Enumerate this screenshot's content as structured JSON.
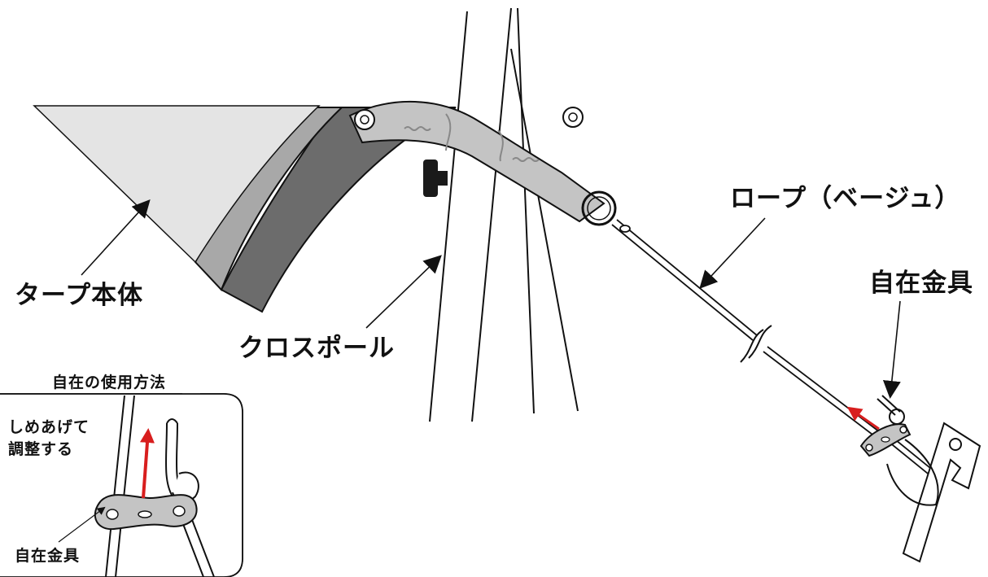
{
  "labels": {
    "tarp_body": "タープ本体",
    "cross_pole": "クロスポール",
    "rope": "ロープ（ベージュ）",
    "adjuster": "自在金具"
  },
  "inset": {
    "title": "自在の使用方法",
    "instruction_line1": "しめあげて",
    "instruction_line2": "調整する",
    "adjuster_label": "自在金具"
  },
  "colors": {
    "tarp_light": "#e4e4e4",
    "tarp_mid": "#a8a8a8",
    "tarp_dark": "#6c6c6c",
    "strap": "#c4c4c4",
    "arrow_red": "#d81e1e",
    "line": "#111111"
  }
}
